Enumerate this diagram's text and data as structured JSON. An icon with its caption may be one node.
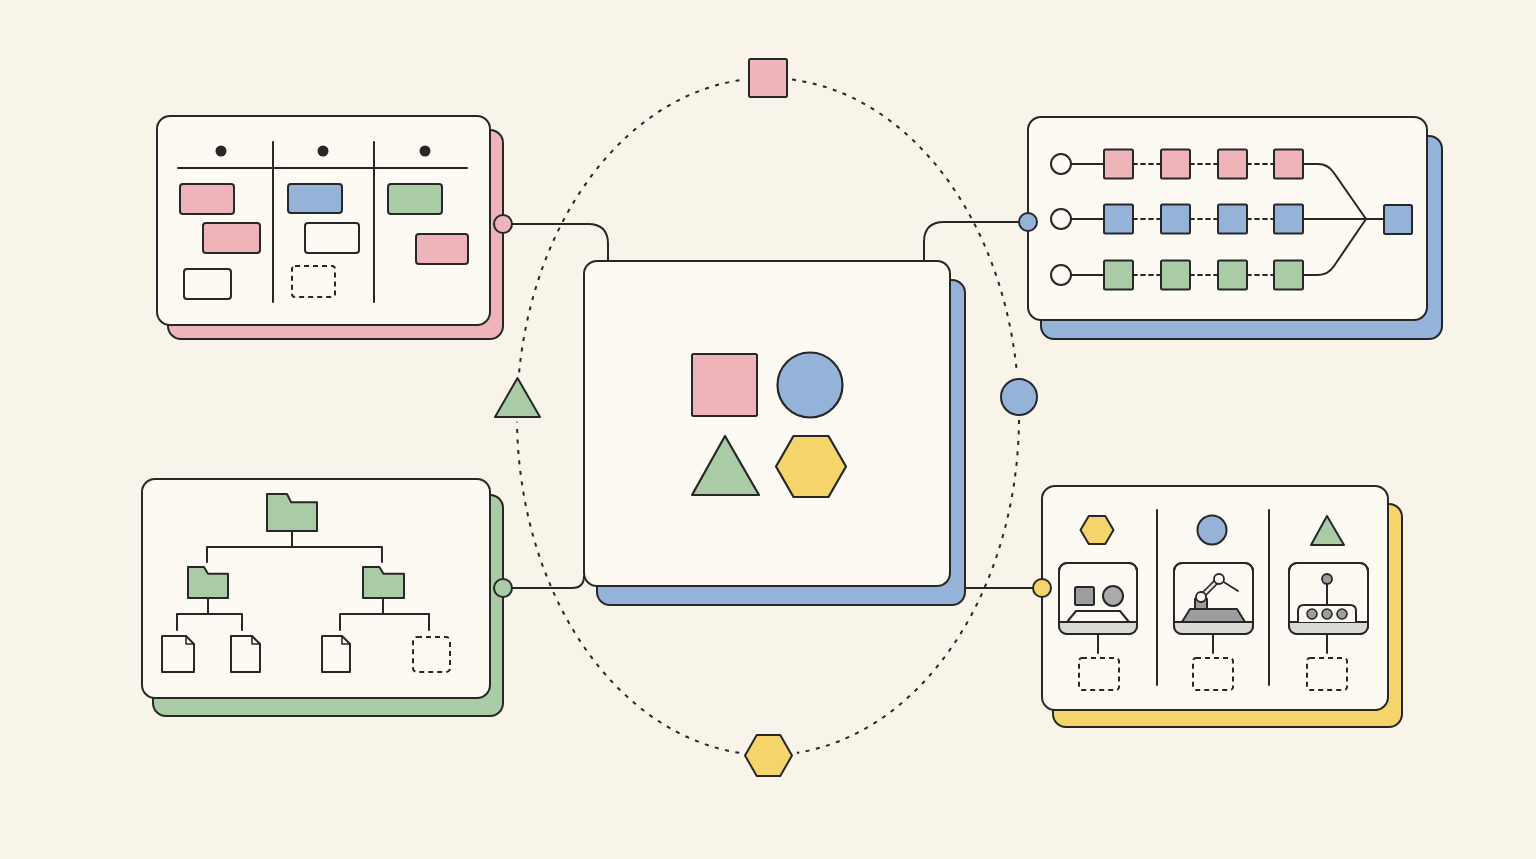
{
  "diagram": {
    "nodes": [
      {
        "text": [],
        "shape": "square"
      },
      {
        "text": [],
        "shape": "box"
      },
      {
        "text": [],
        "shape": "box"
      },
      {
        "text": [],
        "shape": "box"
      },
      {
        "text": [],
        "shape": "triangle"
      },
      {
        "text": [],
        "shape": "circle"
      },
      {
        "text": [],
        "shape": "box"
      },
      {
        "text": [],
        "shape": "box"
      },
      {
        "text": [],
        "shape": "hexagon"
      }
    ],
    "edges": [
      {
        "from": 3,
        "to": 1,
        "arrow": "other"
      },
      {
        "from": 3,
        "to": 2,
        "arrow": "other"
      },
      {
        "from": 3,
        "to": 6,
        "arrow": "other"
      },
      {
        "from": 3,
        "to": 7,
        "arrow": "other"
      },
      {
        "from": 0,
        "to": 5,
        "arrow": "none",
        "style": "dashed"
      },
      {
        "from": 5,
        "to": 8,
        "arrow": "none",
        "style": "dashed"
      },
      {
        "from": 8,
        "to": 4,
        "arrow": "none",
        "style": "dashed"
      },
      {
        "from": 4,
        "to": 0,
        "arrow": "none",
        "style": "dashed"
      }
    ]
  }
}
